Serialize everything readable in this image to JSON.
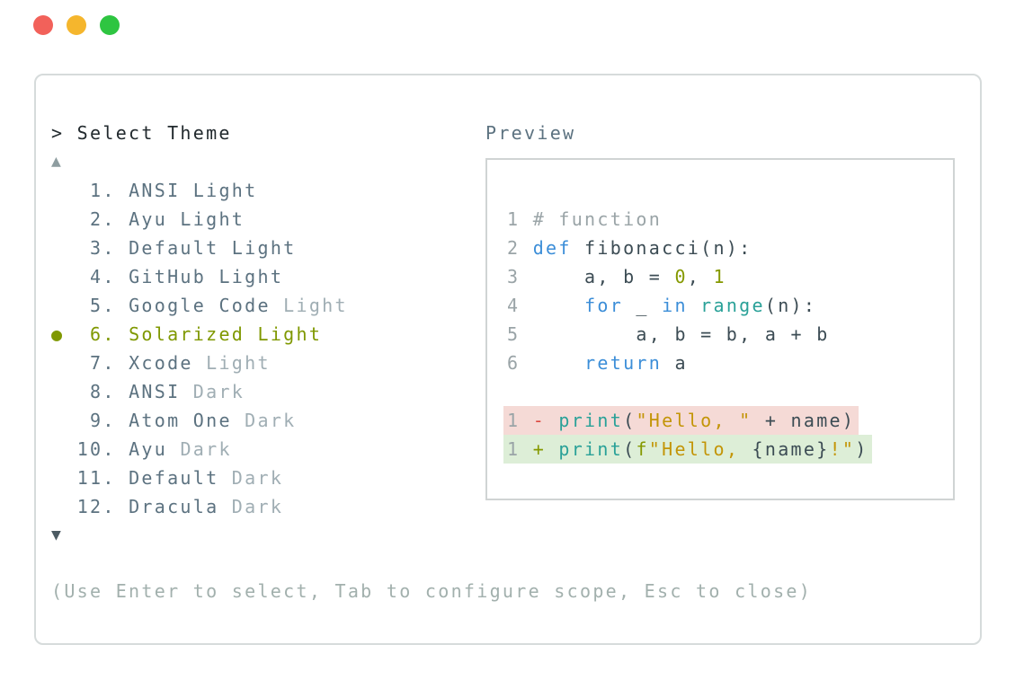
{
  "colors": {
    "light-red": "#f2615a",
    "light-yellow": "#f5b62d",
    "light-green": "#2ec541",
    "panel-border": "#d6dbdb",
    "preview-border": "#d0d4d4",
    "ink": "#222a2e",
    "slate": "#5c7280",
    "dim": "#a0aeb4",
    "selected": "#7f9800",
    "arrow-up": "#8e9da0",
    "arrow-down": "#4c5b63",
    "footer": "#a2b0ad",
    "ln": "#9aa4a7",
    "cm": "#9aa4a7",
    "kw": "#3c8ed8",
    "fn": "#2aa198",
    "num": "#859900",
    "str": "#c39507",
    "df": "#3c4c54",
    "minus": "#dc4840",
    "plus": "#859900",
    "removed-bg": "#f5dad6",
    "added-bg": "#ddeed7"
  },
  "window": {
    "lights": [
      {
        "name": "close",
        "color": "light-red"
      },
      {
        "name": "minimize",
        "color": "light-yellow"
      },
      {
        "name": "zoom",
        "color": "light-green"
      }
    ]
  },
  "prompt": "> Select Theme",
  "scroll_up": "▲",
  "scroll_down": "▼",
  "themes": [
    {
      "num": " 1.",
      "selected": false,
      "parts": [
        {
          "t": "ANSI Light",
          "dim": false
        }
      ]
    },
    {
      "num": " 2.",
      "selected": false,
      "parts": [
        {
          "t": "Ayu Light",
          "dim": false
        }
      ]
    },
    {
      "num": " 3.",
      "selected": false,
      "parts": [
        {
          "t": "Default Light",
          "dim": false
        }
      ]
    },
    {
      "num": " 4.",
      "selected": false,
      "parts": [
        {
          "t": "GitHub Light",
          "dim": false
        }
      ]
    },
    {
      "num": " 5.",
      "selected": false,
      "parts": [
        {
          "t": "Google Code ",
          "dim": false
        },
        {
          "t": "Light",
          "dim": true
        }
      ]
    },
    {
      "num": " 6.",
      "selected": true,
      "parts": [
        {
          "t": "Solarized Light",
          "dim": false
        }
      ]
    },
    {
      "num": " 7.",
      "selected": false,
      "parts": [
        {
          "t": "Xcode ",
          "dim": false
        },
        {
          "t": "Light",
          "dim": true
        }
      ]
    },
    {
      "num": " 8.",
      "selected": false,
      "parts": [
        {
          "t": "ANSI ",
          "dim": false
        },
        {
          "t": "Dark",
          "dim": true
        }
      ]
    },
    {
      "num": " 9.",
      "selected": false,
      "parts": [
        {
          "t": "Atom One ",
          "dim": false
        },
        {
          "t": "Dark",
          "dim": true
        }
      ]
    },
    {
      "num": "10.",
      "selected": false,
      "parts": [
        {
          "t": "Ayu ",
          "dim": false
        },
        {
          "t": "Dark",
          "dim": true
        }
      ]
    },
    {
      "num": "11.",
      "selected": false,
      "parts": [
        {
          "t": "Default ",
          "dim": false
        },
        {
          "t": "Dark",
          "dim": true
        }
      ]
    },
    {
      "num": "12.",
      "selected": false,
      "parts": [
        {
          "t": "Dracula ",
          "dim": false
        },
        {
          "t": "Dark",
          "dim": true
        }
      ]
    }
  ],
  "preview": {
    "label": "Preview",
    "lines": [
      {
        "num": "1",
        "tokens": [
          {
            "c": "cm",
            "t": "# function"
          }
        ]
      },
      {
        "num": "2",
        "tokens": [
          {
            "c": "kw",
            "t": "def"
          },
          {
            "c": "df",
            "t": " fibonacci(n):"
          }
        ]
      },
      {
        "num": "3",
        "tokens": [
          {
            "c": "df",
            "t": "    a, b = "
          },
          {
            "c": "num",
            "t": "0"
          },
          {
            "c": "df",
            "t": ", "
          },
          {
            "c": "num",
            "t": "1"
          }
        ]
      },
      {
        "num": "4",
        "tokens": [
          {
            "c": "df",
            "t": "    "
          },
          {
            "c": "kw",
            "t": "for"
          },
          {
            "c": "df",
            "t": " _ "
          },
          {
            "c": "kw",
            "t": "in"
          },
          {
            "c": "df",
            "t": " "
          },
          {
            "c": "fn",
            "t": "range"
          },
          {
            "c": "df",
            "t": "(n):"
          }
        ]
      },
      {
        "num": "5",
        "tokens": [
          {
            "c": "df",
            "t": "        a, b = b, a + b"
          }
        ]
      },
      {
        "num": "6",
        "tokens": [
          {
            "c": "df",
            "t": "    "
          },
          {
            "c": "kw",
            "t": "return"
          },
          {
            "c": "df",
            "t": " a"
          }
        ]
      },
      {
        "blank": true
      },
      {
        "num": "1",
        "diff": "removed",
        "tokens": [
          {
            "c": "minus",
            "t": "- "
          },
          {
            "c": "fn",
            "t": "print"
          },
          {
            "c": "df",
            "t": "("
          },
          {
            "c": "str",
            "t": "\"Hello, \""
          },
          {
            "c": "df",
            "t": " + name)"
          }
        ]
      },
      {
        "num": "1",
        "diff": "added",
        "tokens": [
          {
            "c": "plus",
            "t": "+ "
          },
          {
            "c": "fn",
            "t": "print"
          },
          {
            "c": "df",
            "t": "("
          },
          {
            "c": "plus",
            "t": "f"
          },
          {
            "c": "str",
            "t": "\"Hello, "
          },
          {
            "c": "df",
            "t": "{name}"
          },
          {
            "c": "str",
            "t": "!\""
          },
          {
            "c": "df",
            "t": ")"
          }
        ]
      }
    ]
  },
  "footer": "(Use Enter to select, Tab to configure scope, Esc to close)"
}
